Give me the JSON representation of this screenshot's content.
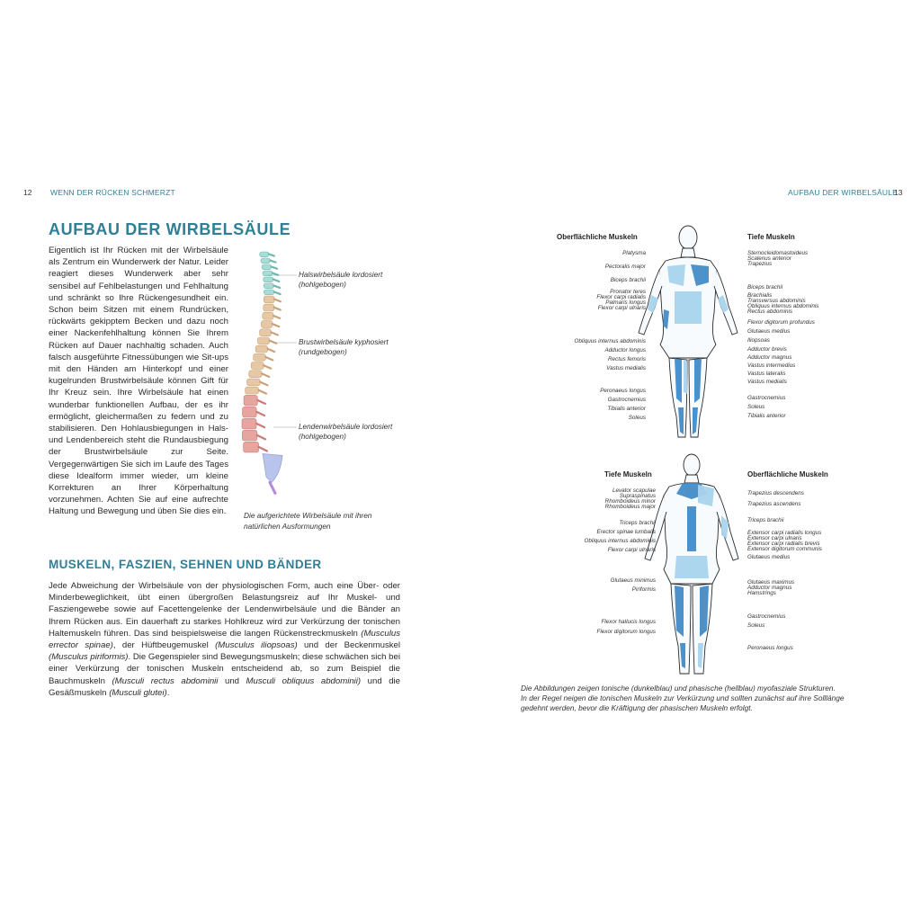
{
  "left_page": {
    "number": "12",
    "running_head": "WENN DER RÜCKEN SCHMERZT",
    "heading": "AUFBAU DER WIRBELSÄULE",
    "body": "Eigentlich ist Ihr Rücken mit der Wirbelsäule als Zentrum ein Wunderwerk der Natur. Leider reagiert dieses Wunderwerk aber sehr sensibel auf Fehlbelastungen und Fehlhaltung und schränkt so Ihre Rückengesundheit ein. Schon beim Sitzen mit einem Rundrücken, rückwärts gekipptem Becken und dazu noch einer Nackenfehlhaltung können Sie Ihrem Rücken auf Dauer nachhaltig schaden. Auch falsch ausgeführte Fitnessübungen wie Sit-ups mit den Händen am Hinterkopf und einer kugelrunden Brustwirbelsäule können Gift für Ihr Kreuz sein. Ihre Wirbelsäule hat einen wunderbar funktionellen Aufbau, der es ihr ermöglicht, gleichermaßen zu federn und zu stabilisieren. Den Hohlausbiegungen in Hals- und Lendenbereich steht die Rundausbiegung der Brustwirbelsäule zur Seite. Vergegenwärtigen Sie sich im Laufe des Tages diese Idealform immer wieder, um kleine Korrekturen an Ihrer Körperhaltung vorzunehmen. Achten Sie auf eine aufrechte Haltung und Bewegung und üben Sie dies ein.",
    "spine_labels": {
      "neck_1": "Halswirbelsäule lordosiert",
      "neck_2": "(hohlgebogen)",
      "chest_1": "Brustwirbelsäule kyphosiert",
      "chest_2": "(rundgebogen)",
      "lumbar_1": "Lendenwirbelsäule lordosiert",
      "lumbar_2": "(hohlgebogen)"
    },
    "spine_caption_1": "Die aufgerichtete Wirbelsäule mit ihren",
    "spine_caption_2": "natürlichen Ausformungen",
    "heading2": "MUSKELN, FASZIEN, SEHNEN UND BÄNDER",
    "body2": {
      "t1": "Jede Abweichung der Wirbelsäule von der physiologischen Form, auch eine Über- oder Minderbeweglichkeit, übt einen übergroßen Belastungsreiz auf Ihr Muskel- und Fasziengewebe sowie auf Facettengelenke der Lendenwirbelsäule und die Bänder an Ihrem Rücken aus. Ein dauerhaft zu starkes Hohlkreuz wird zur Verkürzung der tonischen Haltemuskeln führen. Das sind beispielsweise die langen Rückenstreckmuskeln ",
      "e1": "(Musculus errector spinae)",
      "t2": ", der Hüftbeugemuskel ",
      "e2": "(Musculus iliopsoas)",
      "t3": " und der Beckenmuskel ",
      "e3": "(Musculus piriformis)",
      "t4": ". Die Gegenspieler sind Bewegungsmuskeln; diese schwächen sich bei einer Verkürzung der tonischen Muskeln entscheidend ab, so zum Beispiel die Bauchmuskeln ",
      "e4": "(Musculi rectus abdominii",
      "t5": " und ",
      "e5": "Musculi obliquus abdominii)",
      "t6": " und die Gesäßmuskeln ",
      "e6": "(Musculi glutei)",
      "t7": "."
    }
  },
  "right_page": {
    "number": "13",
    "running_head": "AUFBAU DER WIRBELSÄULE",
    "front": {
      "left_head": "Oberflächliche Muskeln",
      "right_head": "Tiefe Muskeln",
      "left_labels": [
        "Platysma",
        "Pectoralis major",
        "Biceps brachii",
        "Pronator teres",
        "Flexor carpi radialis",
        "Palmaris longus",
        "Flexor carpi ulnaris",
        "Obliquus internus abdominis",
        "Adductor longus",
        "Rectus femoris",
        "Vastus medialis",
        "Peronaeus longus",
        "Gastrocnemius",
        "Tibialis anterior",
        "Soleus"
      ],
      "right_labels": [
        "Sternocleidomastoideus",
        "Scalenus anterior",
        "Trapezius",
        "Biceps brachii",
        "Brachialis",
        "Transversus abdominis",
        "Obliquus internus abdominis",
        "Rectus abdominis",
        "Flexor digitorum profundus",
        "Glutaeus medius",
        "Iliopsoas",
        "Adductor brevis",
        "Adductor magnus",
        "Vastus intermedius",
        "Vastus lateralis",
        "Vastus medialis",
        "Gastrocnemius",
        "Soleus",
        "Tibialis anterior"
      ]
    },
    "back": {
      "left_head": "Tiefe Muskeln",
      "right_head": "Oberflächliche Muskeln",
      "left_labels": [
        "Levator scapulae",
        "Supraspinatus",
        "Rhomboideus minor",
        "Rhomboideus major",
        "Triceps brachii",
        "Erector spinae lumbalis",
        "Obliquus internus abdominis",
        "Flexor carpi ulnaris",
        "Glutaeus minimus",
        "Piriformis",
        "Flexor hallucis longus",
        "Flexor digitorum longus"
      ],
      "right_labels": [
        "Trapezius descendens",
        "Trapezius ascendens",
        "Triceps brachii",
        "Extensor carpi radialis longus",
        "Extensor carpi ulnaris",
        "Extensor carpi radialis brevis",
        "Extensor digitorum communis",
        "Glutaeus medius",
        "Glutaeus maximus",
        "Adductor magnus",
        "Hamstrings",
        "Gastrocnemius",
        "Soleus",
        "Peronaeus longus"
      ]
    },
    "caption_1": "Die Abbildungen zeigen tonische (dunkelblau) und phasische (hellblau) myofasziale Strukturen.",
    "caption_2": "In der Regel neigen die tonischen Muskeln zur Verkürzung und sollten zunächst auf ihre Solllänge",
    "caption_3": "gedehnt werden, bevor die Kräftigung der phasischen Muskeln erfolgt.",
    "colors": {
      "accent": "#2f7f97",
      "tonic": "#3a86c4",
      "phasic": "#a9d3ee"
    }
  }
}
